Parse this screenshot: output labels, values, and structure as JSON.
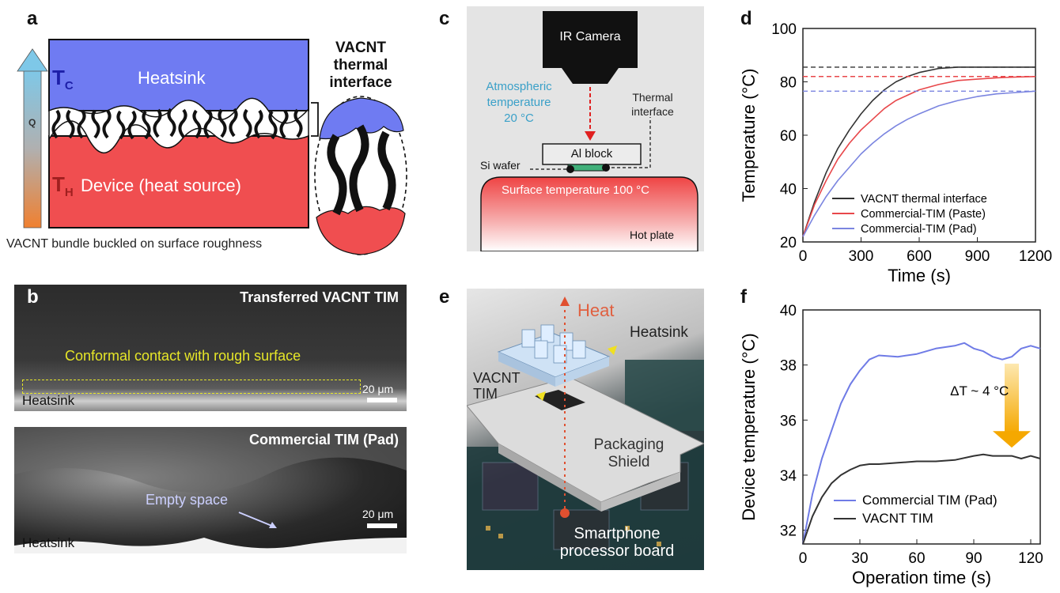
{
  "panels": {
    "a": "a",
    "b": "b",
    "c": "c",
    "d": "d",
    "e": "e",
    "f": "f"
  },
  "panel_a": {
    "tc_main": "T",
    "tc_sub": "C",
    "th_main": "T",
    "th_sub": "H",
    "heatsink": "Heatsink",
    "device": "Device (heat source)",
    "q": "Q",
    "bubble_title": [
      "VACNT",
      "thermal",
      "interface"
    ],
    "caption": "VACNT bundle buckled on surface roughness",
    "colors": {
      "heatsink": "#6f7bf2",
      "device": "#f04e50",
      "arrow": "#7ec8e8"
    }
  },
  "panel_b": {
    "top_title": "Transferred VACNT TIM",
    "top_annotation": "Conformal contact with rough surface",
    "top_scale": "20 μm",
    "top_heatsink": "Heatsink",
    "bottom_title": "Commercial TIM (Pad)",
    "bottom_annotation": "Empty space",
    "bottom_scale": "20 μm",
    "bottom_heatsink": "Heatsink"
  },
  "panel_c": {
    "ir_camera": "IR Camera",
    "atm": [
      "Atmospheric",
      "temperature",
      "20 °C"
    ],
    "thermal_interface": [
      "Thermal",
      "interface"
    ],
    "al_block": "Al block",
    "si_wafer": "Si wafer",
    "surface": "Surface temperature 100 °C",
    "hot_plate": "Hot plate"
  },
  "panel_e": {
    "heat": "Heat",
    "heatsink": "Heatsink",
    "vacnt": [
      "VACNT",
      "TIM"
    ],
    "shield": [
      "Packaging",
      "Shield"
    ],
    "board": [
      "Smartphone",
      "processor board"
    ]
  },
  "chart_data": [
    {
      "id": "d",
      "type": "line",
      "xlabel": "Time (s)",
      "ylabel": "Temperature (°C)",
      "xlim": [
        0,
        1200
      ],
      "ylim": [
        20,
        100
      ],
      "xticks": [
        0,
        300,
        600,
        900,
        1200
      ],
      "yticks": [
        20,
        40,
        60,
        80,
        100
      ],
      "legend_position": "bottom-right",
      "series": [
        {
          "name": "VACNT thermal interface",
          "color": "#333333",
          "x": [
            0,
            60,
            120,
            180,
            240,
            300,
            360,
            420,
            480,
            540,
            600,
            700,
            800,
            900,
            1000,
            1100,
            1200
          ],
          "y": [
            22,
            35,
            46,
            55,
            62,
            68,
            73,
            77,
            80,
            82,
            83.5,
            85,
            85.5,
            85.5,
            85.5,
            85.5,
            85.5
          ],
          "steady_state": 85.5
        },
        {
          "name": "Commercial-TIM (Paste)",
          "color": "#e8474a",
          "x": [
            0,
            60,
            120,
            180,
            240,
            300,
            360,
            420,
            480,
            540,
            600,
            700,
            800,
            900,
            1000,
            1100,
            1200
          ],
          "y": [
            22,
            34,
            43,
            51,
            57,
            62,
            66,
            70,
            73,
            75,
            77,
            79,
            80.5,
            81,
            81.5,
            81.8,
            82
          ],
          "steady_state": 82
        },
        {
          "name": "Commercial-TIM (Pad)",
          "color": "#7b85e0",
          "x": [
            0,
            60,
            120,
            180,
            240,
            300,
            360,
            420,
            480,
            540,
            600,
            700,
            800,
            900,
            1000,
            1100,
            1200
          ],
          "y": [
            22,
            30,
            37,
            43,
            48,
            53,
            57,
            60.5,
            63.5,
            66,
            68,
            71,
            73,
            74.5,
            75.5,
            76,
            76.5
          ],
          "steady_state": 76.5
        }
      ]
    },
    {
      "id": "f",
      "type": "line",
      "xlabel": "Operation time (s)",
      "ylabel": "Device temperature (°C)",
      "xlim": [
        0,
        125
      ],
      "ylim": [
        31.5,
        40
      ],
      "xticks": [
        0,
        30,
        60,
        90,
        120
      ],
      "yticks": [
        32,
        34,
        36,
        38,
        40
      ],
      "legend_position": "bottom-left",
      "annotation": "ΔT ~ 4 °C",
      "series": [
        {
          "name": "Commercial TIM (Pad)",
          "color": "#6f7be6",
          "x": [
            0,
            5,
            10,
            15,
            20,
            25,
            30,
            35,
            40,
            50,
            60,
            70,
            80,
            85,
            90,
            95,
            100,
            105,
            110,
            115,
            120,
            125
          ],
          "y": [
            31.5,
            33.3,
            34.6,
            35.6,
            36.6,
            37.3,
            37.8,
            38.2,
            38.35,
            38.3,
            38.4,
            38.6,
            38.7,
            38.8,
            38.6,
            38.5,
            38.3,
            38.2,
            38.3,
            38.6,
            38.7,
            38.6
          ]
        },
        {
          "name": "VACNT TIM",
          "color": "#333333",
          "x": [
            0,
            5,
            10,
            15,
            20,
            25,
            30,
            35,
            40,
            50,
            60,
            70,
            80,
            90,
            95,
            100,
            105,
            110,
            115,
            120,
            125
          ],
          "y": [
            31.5,
            32.5,
            33.2,
            33.7,
            34.0,
            34.2,
            34.35,
            34.4,
            34.4,
            34.45,
            34.5,
            34.5,
            34.55,
            34.7,
            34.75,
            34.7,
            34.7,
            34.7,
            34.6,
            34.7,
            34.6
          ]
        }
      ]
    }
  ]
}
